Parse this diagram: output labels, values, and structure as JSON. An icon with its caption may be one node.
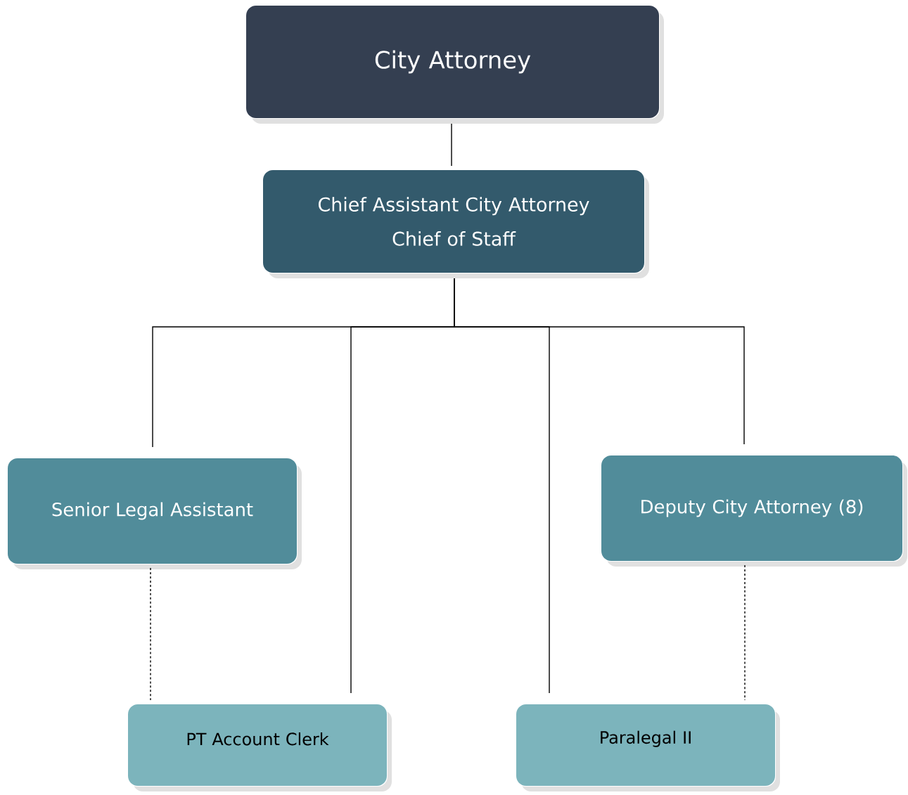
{
  "diagram": {
    "nodes": [
      {
        "text": [
          "City Attorney"
        ]
      },
      {
        "text": [
          "Chief Assistant City Attorney",
          "Chief of Staff"
        ]
      },
      {
        "text": [
          "Senior Legal Assistant"
        ]
      },
      {
        "text": [
          "Deputy City Attorney (8)"
        ]
      },
      {
        "text": [
          "PT Account Clerk"
        ]
      },
      {
        "text": [
          "Paralegal II"
        ]
      }
    ],
    "edges": [
      {
        "from": 0,
        "to": 1,
        "arrow": "none"
      },
      {
        "from": 1,
        "to": 2,
        "arrow": "none"
      },
      {
        "from": 1,
        "to": 4,
        "arrow": "none"
      },
      {
        "from": 1,
        "to": 5,
        "arrow": "none"
      },
      {
        "from": 1,
        "to": 3,
        "arrow": "none"
      },
      {
        "from": 2,
        "to": 4,
        "arrow": "none",
        "style": "dashed"
      },
      {
        "from": 3,
        "to": 5,
        "arrow": "none",
        "style": "dashed"
      }
    ]
  }
}
